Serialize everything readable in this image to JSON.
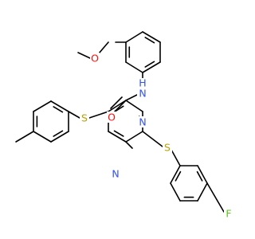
{
  "molecule": {
    "atom_labels": {
      "methoxy_o": {
        "text": "O",
        "color": "#ff0d0d"
      },
      "carbonyl_o": {
        "text": "O",
        "color": "#ff0d0d"
      },
      "amide_n": {
        "text": "N",
        "color": "#3050f8"
      },
      "amide_h": {
        "text": "H",
        "color": "#3050f8"
      },
      "thioether_s_left": {
        "text": "S",
        "color": "#b8a000"
      },
      "ring_n_1": {
        "text": "N",
        "color": "#3050f8"
      },
      "ring_n_3": {
        "text": "N",
        "color": "#3050f8"
      },
      "thioether_s_right": {
        "text": "S",
        "color": "#b8a000"
      },
      "fluorine": {
        "text": "F",
        "color": "#5ec41c"
      }
    },
    "bond_color": "#000000"
  }
}
